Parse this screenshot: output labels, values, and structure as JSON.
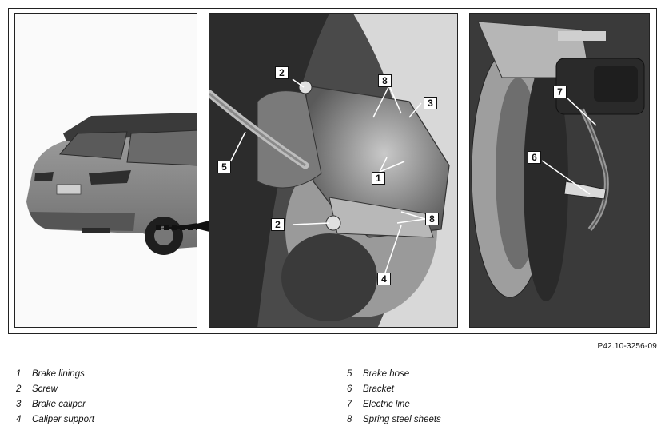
{
  "figure_code": "P42.10-3256-09",
  "callouts": {
    "c1": "1",
    "c2a": "2",
    "c2b": "2",
    "c3": "3",
    "c4": "4",
    "c5": "5",
    "c6": "6",
    "c7": "7",
    "c8a": "8",
    "c8b": "8"
  },
  "legend": [
    {
      "num": "1",
      "label": "Brake linings"
    },
    {
      "num": "2",
      "label": "Screw"
    },
    {
      "num": "3",
      "label": "Brake caliper"
    },
    {
      "num": "4",
      "label": "Caliper support"
    },
    {
      "num": "5",
      "label": "Brake hose"
    },
    {
      "num": "6",
      "label": "Bracket"
    },
    {
      "num": "7",
      "label": "Electric line"
    },
    {
      "num": "8",
      "label": "Spring steel sheets"
    }
  ],
  "colors": {
    "frame": "#222222",
    "car_body": "#8a8a8a",
    "caliper_photo_bg": "#5a5a5a",
    "sensor_photo_bg": "#3e3e3e"
  }
}
